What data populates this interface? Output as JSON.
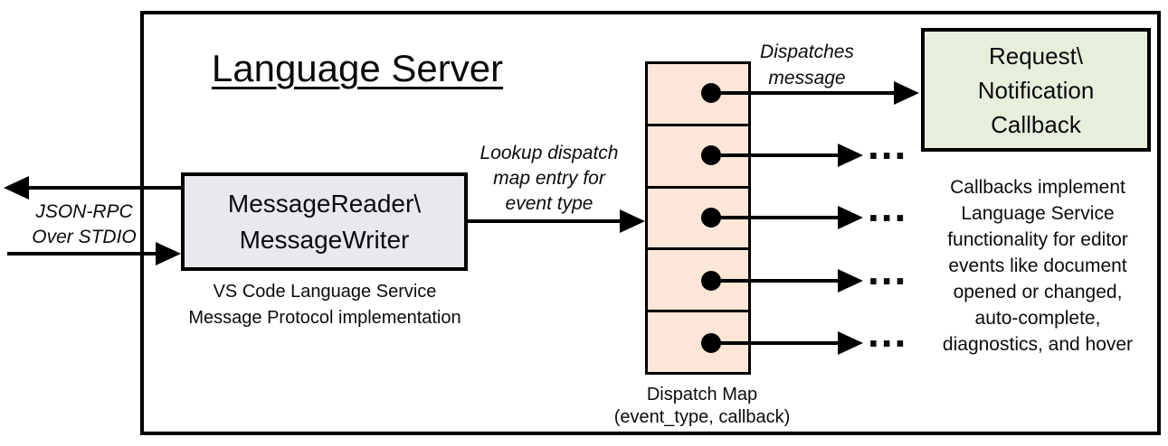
{
  "title": "Language Server",
  "io_arrow_label": "JSON-RPC\nOver STDIO",
  "message_box": {
    "label": "MessageReader\\\nMessageWriter",
    "caption": "VS Code Language Service\nMessage Protocol implementation"
  },
  "lookup_label": "Lookup dispatch\nmap entry for\nevent type",
  "dispatch_map": {
    "caption": "Dispatch Map\n(event_type, callback)",
    "cell_count": "5"
  },
  "dispatches_label": "Dispatches\nmessage",
  "ellipsis": "...",
  "callback_box": {
    "label": "Request\\\nNotification\nCallback",
    "caption": "Callbacks implement\nLanguage Service\nfunctionality for editor\nevents like document\nopened or changed,\nauto-complete,\ndiagnostics, and hover"
  },
  "colors": {
    "message_box_fill": "#E9E8EF",
    "dispatch_map_fill": "#FBE6D7",
    "callback_box_fill": "#E7EEDC",
    "line": "#000000"
  }
}
